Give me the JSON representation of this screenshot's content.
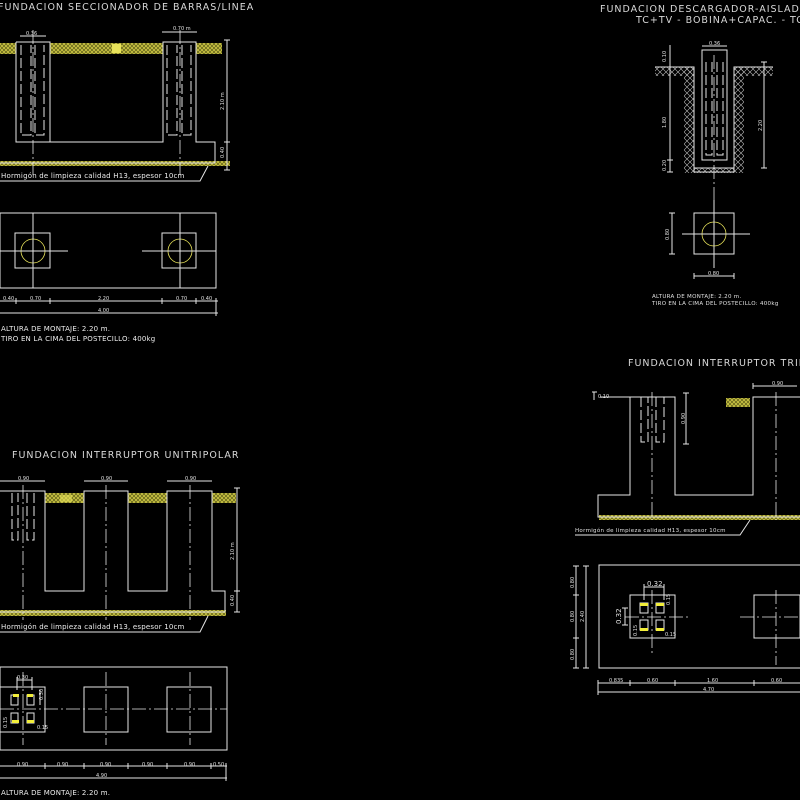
{
  "colors": {
    "background": "#000000",
    "lines": "#e6e6e6",
    "hatch": "#c8c83a",
    "anchor": "#f2ee3a"
  },
  "seccionador": {
    "title": "FUNDACION SECCIONADOR DE BARRAS/LINEA",
    "dim_post_left": "0.36",
    "dim_post_right": "0.70 m",
    "dim_height": "2.10 m",
    "dim_base": "0.40",
    "note_concrete": "Hormigón de limpieza calidad H13, espesor 10cm",
    "plan_dims": [
      "0.40",
      "0.70",
      "2.20",
      "0.70",
      "0.40"
    ],
    "plan_total": "4.00",
    "note1": "ALTURA DE MONTAJE: 2.20 m.",
    "note2": "TIRO EN LA CIMA DEL POSTECILLO: 400kg"
  },
  "descargador": {
    "title1": "FUNDACION DESCARGADOR-AISLADOR SOPORTE",
    "title2": "TC+TV  -  BOBINA+CAPAC.  -  TC",
    "dim_top": "0.36",
    "dim_010": "0.10",
    "dim_180": "1.80",
    "dim_020": "0.20",
    "dim_220": "2.20",
    "plan_side": "0.80",
    "plan_bottom": "0.80",
    "note1": "ALTURA DE MONTAJE: 2.20 m.",
    "note2": "TIRO EN LA CIMA DEL POSTECILLO: 400kg"
  },
  "unitripolar": {
    "title": "FUNDACION INTERRUPTOR UNITRIPOLAR",
    "dim_posts": [
      "0.90",
      "0.90",
      "0.90"
    ],
    "dim_height": "2.10 m",
    "dim_base": "0.40",
    "note_concrete": "Hormigón de limpieza calidad H13, espesor 10cm",
    "plan_bolt_spacing": "0.30",
    "plan_bolt_v": "0.30",
    "plan_bolt_a": "0.15",
    "plan_bolt_b": "0.15",
    "plan_dims": [
      "0.90",
      "0.90",
      "0.90",
      "0.90",
      "0.90",
      "0.50"
    ],
    "plan_total": "4.90",
    "note1": "ALTURA DE MONTAJE: 2.20 m."
  },
  "tripolar": {
    "title": "FUNDACION INTERRUPTOR TRIPOLAR",
    "dim_top": "0.10",
    "dim_post": "0.90",
    "dim_depth": "0.90",
    "note_concrete": "Hormigón de limpieza calidad H13, espesor 10cm",
    "plan_bolt_h": "0.32",
    "plan_bolt_v": "0.32",
    "plan_bolt_a": "0.15",
    "plan_bolt_b": "0.15",
    "plan_bolt_c": "0.15",
    "plan_left_dims": [
      "0.80",
      "0.80",
      "0.80"
    ],
    "plan_left_total": "2.40",
    "plan_dims": [
      "0.835",
      "0.60",
      "1.60",
      "0.60"
    ],
    "plan_total": "4.70"
  }
}
